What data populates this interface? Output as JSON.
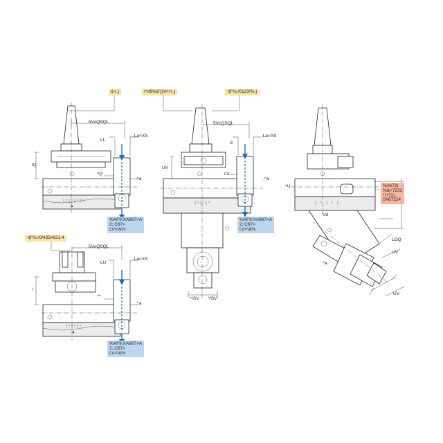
{
  "views": {
    "top_left": {
      "dims": [
        "5VcQSQL",
        "LL",
        ".La<XS",
        "lQ",
        "^Q",
        ".^a"
      ],
      "yellow_tag": "&+,)",
      "blue_tag": [
        "%AF9:XA967>A",
        "2;;C67>",
        "LV<\\&%"
      ]
    },
    "top_center": {
      "dims": [
        "5VcQSQL",
        "S",
        ".La<XS",
        "UV",
        "LV",
        ".^a",
        "^/SV",
        "^/SV"
      ],
      "yellow_tags": [
        "!*#$%&'()%*!+,)",
        "-$\"%./0123!%,)"
      ],
      "blue_tag": [
        "%AF9:XA967>A",
        "2;;C67>",
        "LV<\\&%"
      ]
    },
    "top_right": {
      "dims": [
        ".^U",
        "Vd",
        "LOQ",
        "UV",
        "^a",
        "UV"
      ],
      "salmon_tag": [
        "%#672)",
        "%&+7222",
        "*!+72),",
        "S#67224"
      ]
    },
    "bottom_left": {
      "dims": [
        "5VcQSQL",
        "LU",
        ".La<XS",
        "!",
        "^^",
        ".^a"
      ],
      "yellow_tag": "-$\"%./0/435#631.4",
      "blue_tag": [
        "%AF9:XA967>A",
        "2;;C67>",
        "LV<\\&%"
      ]
    }
  }
}
